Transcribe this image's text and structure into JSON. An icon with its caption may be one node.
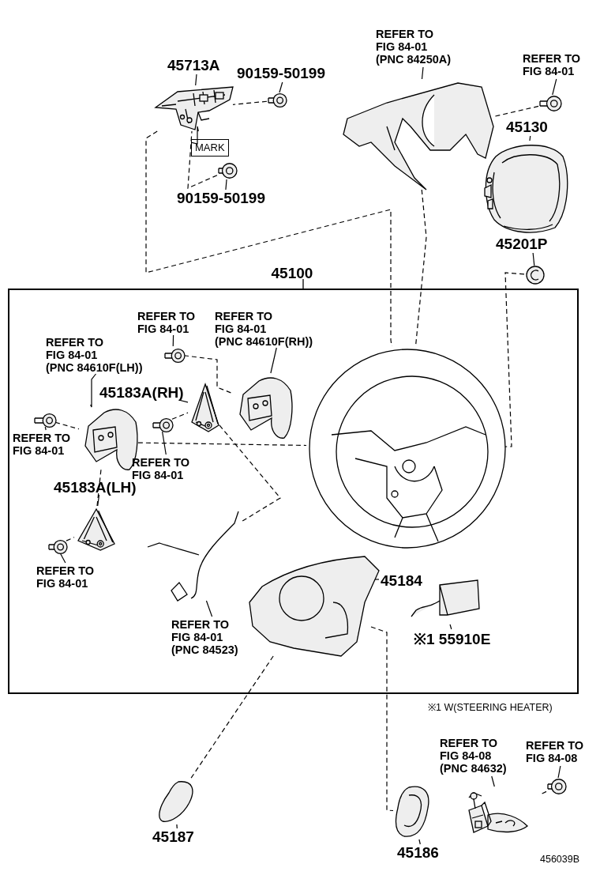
{
  "diagram": {
    "nodes": [
      {
        "text": [
          "45713A"
        ]
      },
      {
        "text": [],
        "shape": "picture"
      },
      {
        "text": [
          "90159-50199"
        ]
      },
      {
        "text": [],
        "shape": "picture"
      },
      {
        "text": [
          "MARK"
        ]
      },
      {
        "text": [
          "90159-50199"
        ]
      },
      {
        "text": [],
        "shape": "picture"
      },
      {
        "text": [
          "REFER TO FIG 84-01 (PNC 84250A)"
        ]
      },
      {
        "text": [],
        "shape": "picture"
      },
      {
        "text": [
          "REFER TO FIG 84-01"
        ]
      },
      {
        "text": [],
        "shape": "picture"
      },
      {
        "text": [
          "45130"
        ]
      },
      {
        "text": [],
        "shape": "picture"
      },
      {
        "text": [
          "45201P"
        ]
      },
      {
        "text": [],
        "shape": "picture"
      },
      {
        "text": [
          "45100"
        ]
      },
      {
        "text": [
          "REFER TO FIG 84-01"
        ],
        "in": 15
      },
      {
        "text": [],
        "shape": "picture",
        "in": 15
      },
      {
        "text": [
          "REFER TO FIG 84-01 (PNC 84610F(RH))"
        ],
        "in": 15
      },
      {
        "text": [],
        "shape": "picture",
        "in": 15
      },
      {
        "text": [
          "REFER TO FIG 84-01 (PNC 84610F(LH))"
        ],
        "in": 15
      },
      {
        "text": [
          "45183A(RH)"
        ],
        "in": 15
      },
      {
        "text": [],
        "shape": "picture",
        "in": 15
      },
      {
        "text": [],
        "shape": "picture",
        "in": 15
      },
      {
        "text": [],
        "shape": "picture",
        "in": 15
      },
      {
        "text": [
          "REFER TO FIG 84-01"
        ],
        "in": 15
      },
      {
        "text": [],
        "shape": "picture",
        "in": 15
      },
      {
        "text": [
          "REFER TO FIG 84-01"
        ],
        "in": 15
      },
      {
        "text": [
          "45183A(LH)"
        ],
        "in": 15
      },
      {
        "text": [],
        "shape": "picture",
        "in": 15
      },
      {
        "text": [],
        "shape": "picture",
        "in": 15
      },
      {
        "text": [
          "REFER TO FIG 84-01"
        ],
        "in": 15
      },
      {
        "text": [],
        "shape": "picture",
        "in": 15
      },
      {
        "text": [],
        "shape": "picture",
        "in": 15
      },
      {
        "text": [
          "REFER TO FIG 84-01 (PNC 84523)"
        ],
        "in": 15
      },
      {
        "text": [],
        "shape": "picture",
        "in": 15
      },
      {
        "text": [
          "45184"
        ],
        "in": 15
      },
      {
        "text": [],
        "shape": "picture",
        "in": 15
      },
      {
        "text": [
          "※1 55910E"
        ],
        "in": 15
      },
      {
        "text": [],
        "shape": "picture"
      },
      {
        "text": [
          "45187"
        ]
      },
      {
        "text": [],
        "shape": "picture"
      },
      {
        "text": [
          "45186"
        ]
      },
      {
        "text": [
          "REFER TO FIG 84-08 (PNC 84632)"
        ]
      },
      {
        "text": [],
        "shape": "picture"
      },
      {
        "text": [
          "REFER TO FIG 84-08"
        ]
      },
      {
        "text": [],
        "shape": "picture"
      }
    ],
    "edges": [
      {
        "from": 0,
        "to": 1,
        "arrow": "none"
      },
      {
        "from": 2,
        "to": 3,
        "arrow": "none"
      },
      {
        "from": 4,
        "to": 1,
        "arrow": "none"
      },
      {
        "from": 5,
        "to": 6,
        "arrow": "none"
      },
      {
        "from": 7,
        "to": 8,
        "arrow": "none"
      },
      {
        "from": 9,
        "to": 10,
        "arrow": "none"
      },
      {
        "from": 11,
        "to": 12,
        "arrow": "none"
      },
      {
        "from": 13,
        "to": 14,
        "arrow": "none"
      },
      {
        "from": 16,
        "to": 17,
        "arrow": "none"
      },
      {
        "from": 18,
        "to": 19,
        "arrow": "none"
      },
      {
        "from": 20,
        "to": 24,
        "arrow": "none"
      },
      {
        "from": 21,
        "to": 22,
        "arrow": "none"
      },
      {
        "from": 25,
        "to": 23,
        "arrow": "none"
      },
      {
        "from": 27,
        "to": 26,
        "arrow": "none"
      },
      {
        "from": 28,
        "to": 29,
        "arrow": "none"
      },
      {
        "from": 31,
        "to": 30,
        "arrow": "none"
      },
      {
        "from": 34,
        "to": 33,
        "arrow": "none"
      },
      {
        "from": 36,
        "to": 35,
        "arrow": "none"
      },
      {
        "from": 38,
        "to": 37,
        "arrow": "none"
      },
      {
        "from": 40,
        "to": 39,
        "arrow": "none"
      },
      {
        "from": 42,
        "to": 41,
        "arrow": "none"
      },
      {
        "from": 43,
        "to": 44,
        "arrow": "none"
      },
      {
        "from": 45,
        "to": 46,
        "arrow": "none"
      },
      {
        "from": 3,
        "to": 1,
        "arrow": "none",
        "style": "dashed"
      },
      {
        "from": 6,
        "to": 1,
        "arrow": "none",
        "style": "dashed"
      },
      {
        "from": 1,
        "to": 32,
        "arrow": "none",
        "style": "dashed"
      },
      {
        "from": 10,
        "to": 8,
        "arrow": "none",
        "style": "dashed"
      },
      {
        "from": 8,
        "to": 32,
        "arrow": "none",
        "style": "dashed"
      },
      {
        "from": 14,
        "to": 32,
        "arrow": "none",
        "style": "dashed"
      },
      {
        "from": 17,
        "to": 19,
        "arrow": "none",
        "style": "dashed"
      },
      {
        "from": 23,
        "to": 24,
        "arrow": "none",
        "style": "dashed"
      },
      {
        "from": 24,
        "to": 32,
        "arrow": "none",
        "style": "dashed"
      },
      {
        "from": 26,
        "to": 22,
        "arrow": "none",
        "style": "dashed"
      },
      {
        "from": 22,
        "to": 33,
        "arrow": "none",
        "style": "dashed"
      },
      {
        "from": 29,
        "to": 24,
        "arrow": "none",
        "style": "dashed"
      },
      {
        "from": 30,
        "to": 29,
        "arrow": "none",
        "style": "dashed"
      },
      {
        "from": 35,
        "to": 39,
        "arrow": "none",
        "style": "dashed"
      },
      {
        "from": 35,
        "to": 41,
        "arrow": "none",
        "style": "dashed"
      },
      {
        "from": 46,
        "to": 44,
        "arrow": "none",
        "style": "dashed"
      }
    ],
    "labels": [
      "※1 W(STEERING HEATER)",
      "456039B"
    ]
  }
}
